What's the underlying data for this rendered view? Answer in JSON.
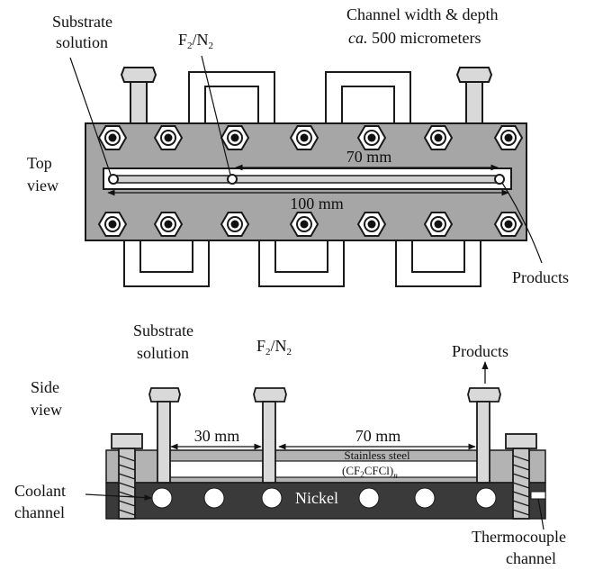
{
  "top": {
    "substrate_line1": "Substrate",
    "substrate_line2": "solution",
    "f2_main": "F",
    "f2_sub1": "2",
    "f2_mid": "/N",
    "f2_sub2": "2",
    "channel_line1": "Channel width & depth",
    "channel_ca": "ca.",
    "channel_rest": "500 micrometers",
    "view_line1": "Top",
    "view_line2": "view",
    "dim_70": "70 mm",
    "dim_100": "100 mm",
    "products": "Products"
  },
  "side": {
    "substrate_line1": "Substrate",
    "substrate_line2": "solution",
    "f2_main": "F",
    "f2_sub1": "2",
    "f2_mid": "/N",
    "f2_sub2": "2",
    "products": "Products",
    "view_line1": "Side",
    "view_line2": "view",
    "dim_30": "30 mm",
    "dim_70": "70 mm",
    "stainless": "Stainless steel",
    "polymer_open": "(CF",
    "polymer_sub": "2",
    "polymer_mid": "CFCl)",
    "polymer_n": "n",
    "nickel": "Nickel",
    "coolant_line1": "Coolant",
    "coolant_line2": "channel",
    "thermo_line1": "Thermocouple",
    "thermo_line2": "channel"
  },
  "colors": {
    "plate": "#a6a6a6",
    "nickel": "#3a3a3a",
    "line": "#1a1a1a"
  }
}
